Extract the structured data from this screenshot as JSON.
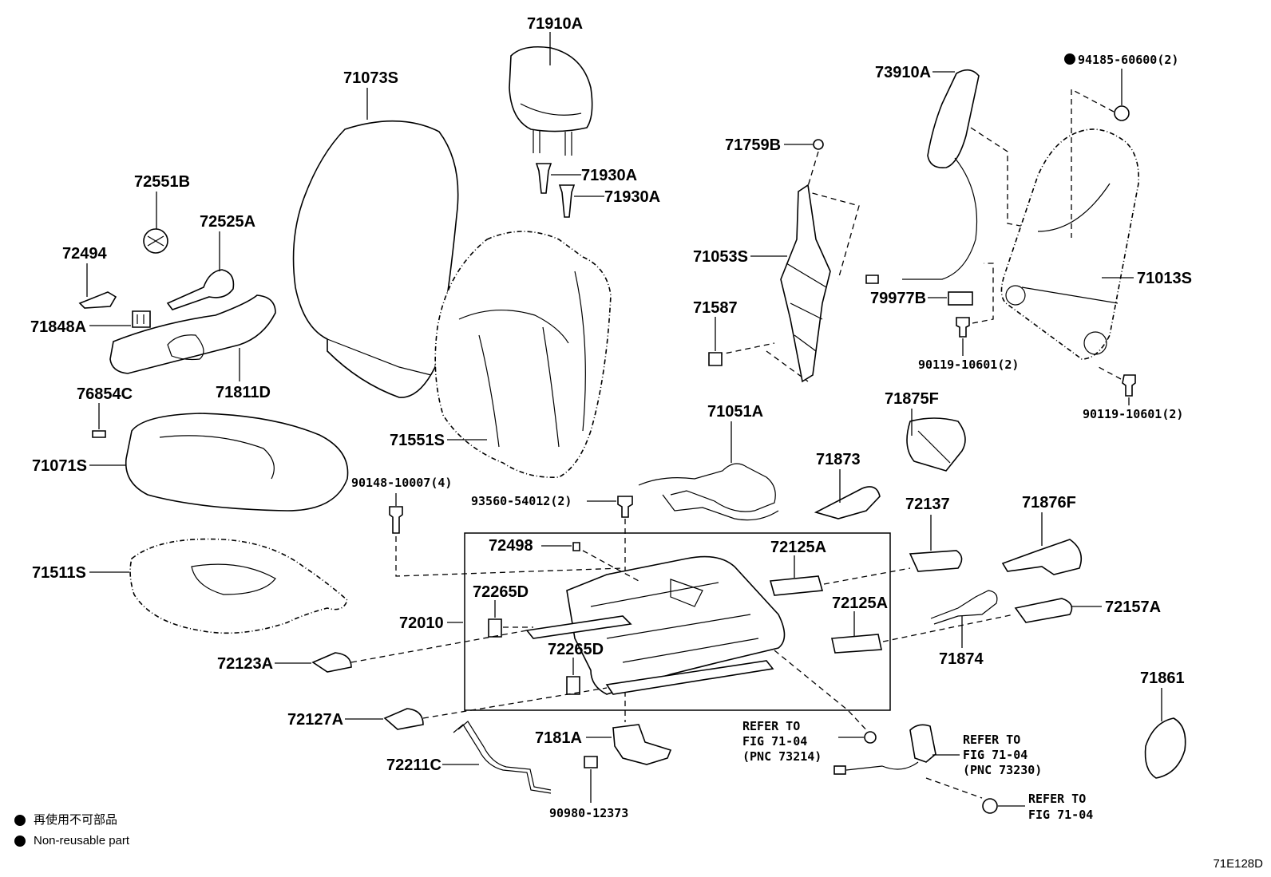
{
  "labels": {
    "p71910A": "71910A",
    "p71073S": "71073S",
    "p72551B": "72551B",
    "p72525A": "72525A",
    "p72494": "72494",
    "p71848A": "71848A",
    "p71811D": "71811D",
    "p76854C": "76854C",
    "p71071S": "71071S",
    "p71930A_1": "71930A",
    "p71930A_2": "71930A",
    "p71551S": "71551S",
    "p71759B": "71759B",
    "p71053S": "71053S",
    "p71587": "71587",
    "p73910A": "73910A",
    "p94185": "94185-60600(2)",
    "p71013S": "71013S",
    "p79977B": "79977B",
    "p90119_1": "90119-10601(2)",
    "p90119_2": "90119-10601(2)",
    "p71051A": "71051A",
    "p71875F": "71875F",
    "p71873": "71873",
    "p72137": "72137",
    "p71876F": "71876F",
    "p90148": "90148-10007(4)",
    "p93560": "93560-54012(2)",
    "p72498": "72498",
    "p72125A_1": "72125A",
    "p72125A_2": "72125A",
    "p72157A": "72157A",
    "p71511S": "71511S",
    "p72265D_1": "72265D",
    "p72265D_2": "72265D",
    "p72010": "72010",
    "p71874": "71874",
    "p72123A": "72123A",
    "p71861": "71861",
    "p72127A": "72127A",
    "p7181A": "7181A",
    "p72211C": "72211C",
    "p90980": "90980-12373",
    "ref1_l1": "REFER TO",
    "ref1_l2": "FIG 71-04",
    "ref1_l3": "(PNC 73214)",
    "ref2_l1": "REFER TO",
    "ref2_l2": "FIG 71-04",
    "ref2_l3": "(PNC 73230)",
    "ref3_l1": "REFER TO",
    "ref3_l2": "FIG 71-04"
  },
  "legend": {
    "japanese": "再使用不可部品",
    "english": "Non-reusable part"
  },
  "figure_code": "71E128D"
}
